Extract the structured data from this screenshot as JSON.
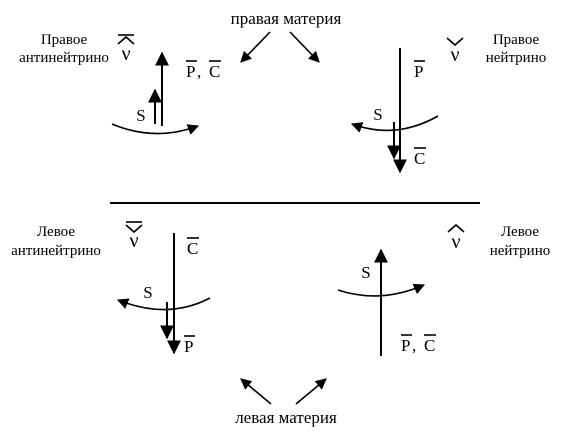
{
  "headings": {
    "top": "правая материя",
    "bottom": "левая материя"
  },
  "labels": {
    "tl_line1": "Правое",
    "tl_line2": "антинейтрино",
    "tr_line1": "Правое",
    "tr_line2": "нейтрино",
    "bl_line1": "Левое",
    "bl_line2": "антинейтрино",
    "br_line1": "Левое",
    "br_line2": "нейтрино"
  },
  "symbols": {
    "nu": "ν",
    "spin": "S",
    "p": "P",
    "c": "C",
    "pc_separator": ", "
  }
}
